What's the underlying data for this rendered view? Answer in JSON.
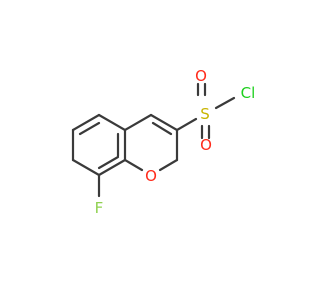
{
  "molecule": {
    "atoms": {
      "fluorine": {
        "label": "F",
        "color": "#8fd14f"
      },
      "ring_oxygen": {
        "label": "O",
        "color": "#ff2a1a"
      },
      "sulfur": {
        "label": "S",
        "color": "#c8b400"
      },
      "sulfonyl_oxygen_top": {
        "label": "O",
        "color": "#ff2a1a"
      },
      "sulfonyl_oxygen_bottom": {
        "label": "O",
        "color": "#ff2a1a"
      },
      "chlorine": {
        "label": "Cl",
        "color": "#1fd01f"
      }
    },
    "bond_color": "#3a3a3a"
  }
}
